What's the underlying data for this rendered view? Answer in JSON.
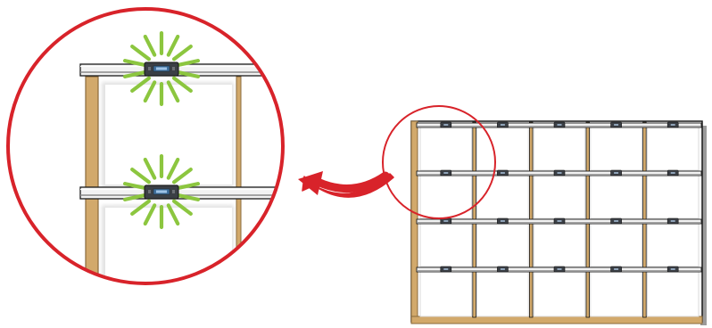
{
  "diagram": {
    "grid": {
      "columns": 5,
      "rows": 4
    },
    "detail_view": {
      "lit_connectors": 2,
      "vertical_members": 2
    },
    "colors": {
      "highlight_ring": "#d8232a",
      "arrow": "#d8232a",
      "light_rays": "#8cc63f",
      "wood": "#d2a96b",
      "wood_edge": "#8a6a3c",
      "rail_light": "#f2f2f2",
      "rail_shadow": "#8a8a8a",
      "connector": "#3b3f45",
      "outline": "#1a1a1a"
    },
    "icons": [
      "magnifier-circle-icon",
      "curved-arrow-icon",
      "light-burst-icon",
      "connector-block-icon"
    ]
  }
}
